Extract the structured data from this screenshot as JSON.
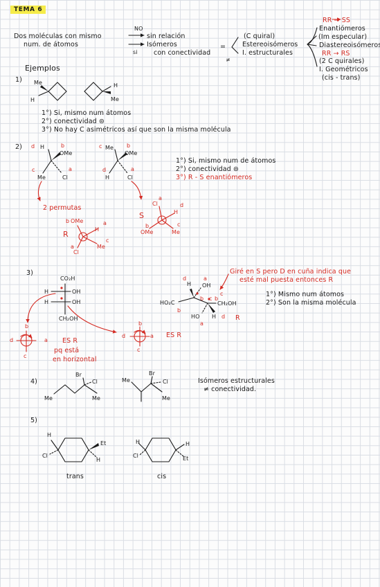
{
  "header": {
    "tema": "TEMA 6"
  },
  "intro": {
    "line1": "Dos moléculas con mismo",
    "line2": "num. de átomos",
    "no": "NO",
    "sin_relacion": "sin relación",
    "isomeros": "Isómeros",
    "si": "si",
    "con_conectividad": "con conectividad",
    "eq": "=",
    "neq": "≠",
    "c_quiral": "(C quiral)",
    "estereoisomeros": "Estereoisómeros",
    "i_estructurales": "I. estructurales",
    "rr_ss": "RR → SS",
    "enantiomeros": "Enantiómeros",
    "imagen_especular": "(Im especular)",
    "diastereoisomeros": "Diastereoisómeros",
    "rr_rs": "RR → RS",
    "dos_c_quirales": "(2 C quirales)",
    "i_geometricos": "I. Geométricos",
    "cis_trans": "(cis - trans)"
  },
  "examples": {
    "title": "Ejemplos",
    "ex1": {
      "num": "1)",
      "me": "Me",
      "h": "H",
      "me2": "Me",
      "h2": "H",
      "notes": [
        "1°) Si, mismo num átomos",
        "2°) conectividad ⊜",
        "3°) No hay C asimétricos así que son la misma molécula"
      ]
    },
    "ex2": {
      "num": "2)",
      "d": "d",
      "h": "H",
      "b": "b",
      "ome": "OMe",
      "c": "c",
      "a": "a",
      "me": "Me",
      "cl": "Cl",
      "notes": [
        "1°) Si, mismo num de átomos",
        "2°) conectividad ⊜",
        "3°) R - S  enantiómeros"
      ],
      "permutas": "2 permutas",
      "r": "R",
      "s": "S"
    },
    "ex3": {
      "num": "3)",
      "co2h": "CO₂H",
      "h": "H",
      "oh": "OH",
      "ch2oh": "CH₂OH",
      "ho2c": "HO₂C",
      "ho": "HO",
      "red_note": [
        "Giré en S pero D en cuña indica que",
        "esté mal puesta entonces R"
      ],
      "notes": [
        "1°) Mismo num átomos",
        "2°) Son la misma molécula"
      ],
      "es_r": "ES R",
      "pq_esta": "pq está",
      "en_horizontal": "en horizontal",
      "d": "d",
      "a": "a",
      "b": "b",
      "c": "c",
      "r": "R"
    },
    "ex4": {
      "num": "4)",
      "br": "Br",
      "cl": "Cl",
      "me": "Me",
      "note1": "Isómeros estructurales",
      "note2": "≠ conectividad."
    },
    "ex5": {
      "num": "5)",
      "h": "H",
      "cl": "Cl",
      "et": "Et",
      "trans": "trans",
      "cis": "cis"
    }
  },
  "colors": {
    "ink": "#1a1a1a",
    "red": "#d42a22",
    "highlight": "#f6ec4a",
    "grid": "#d9dde4"
  }
}
